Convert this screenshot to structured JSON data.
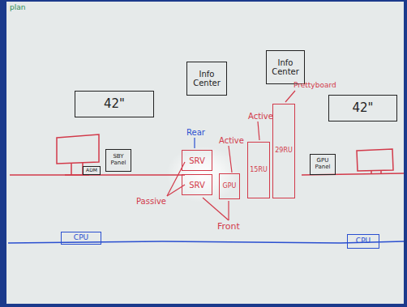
{
  "diagram": {
    "nodes": [
      {
        "text": [
          "Info Center"
        ]
      },
      {
        "text": [
          "Info Center"
        ]
      },
      {
        "text": [
          "42\""
        ]
      },
      {
        "text": [
          "42\""
        ]
      },
      {
        "text": [
          "SRV"
        ]
      },
      {
        "text": [
          "SBY Panel"
        ]
      },
      {
        "text": [
          "ADM"
        ]
      },
      {
        "text": [
          "SRV"
        ]
      },
      {
        "text": [
          "GPU"
        ]
      },
      {
        "text": [
          "15RU"
        ]
      },
      {
        "text": [
          "29RU"
        ]
      },
      {
        "text": [
          "GPU Panel"
        ]
      },
      {
        "text": [
          "CPU"
        ]
      },
      {
        "text": [
          "CPU"
        ]
      }
    ],
    "labels": [
      "plan",
      "Rear",
      "Active",
      "Active",
      "Prettyboard",
      "Passive",
      "Front"
    ]
  }
}
